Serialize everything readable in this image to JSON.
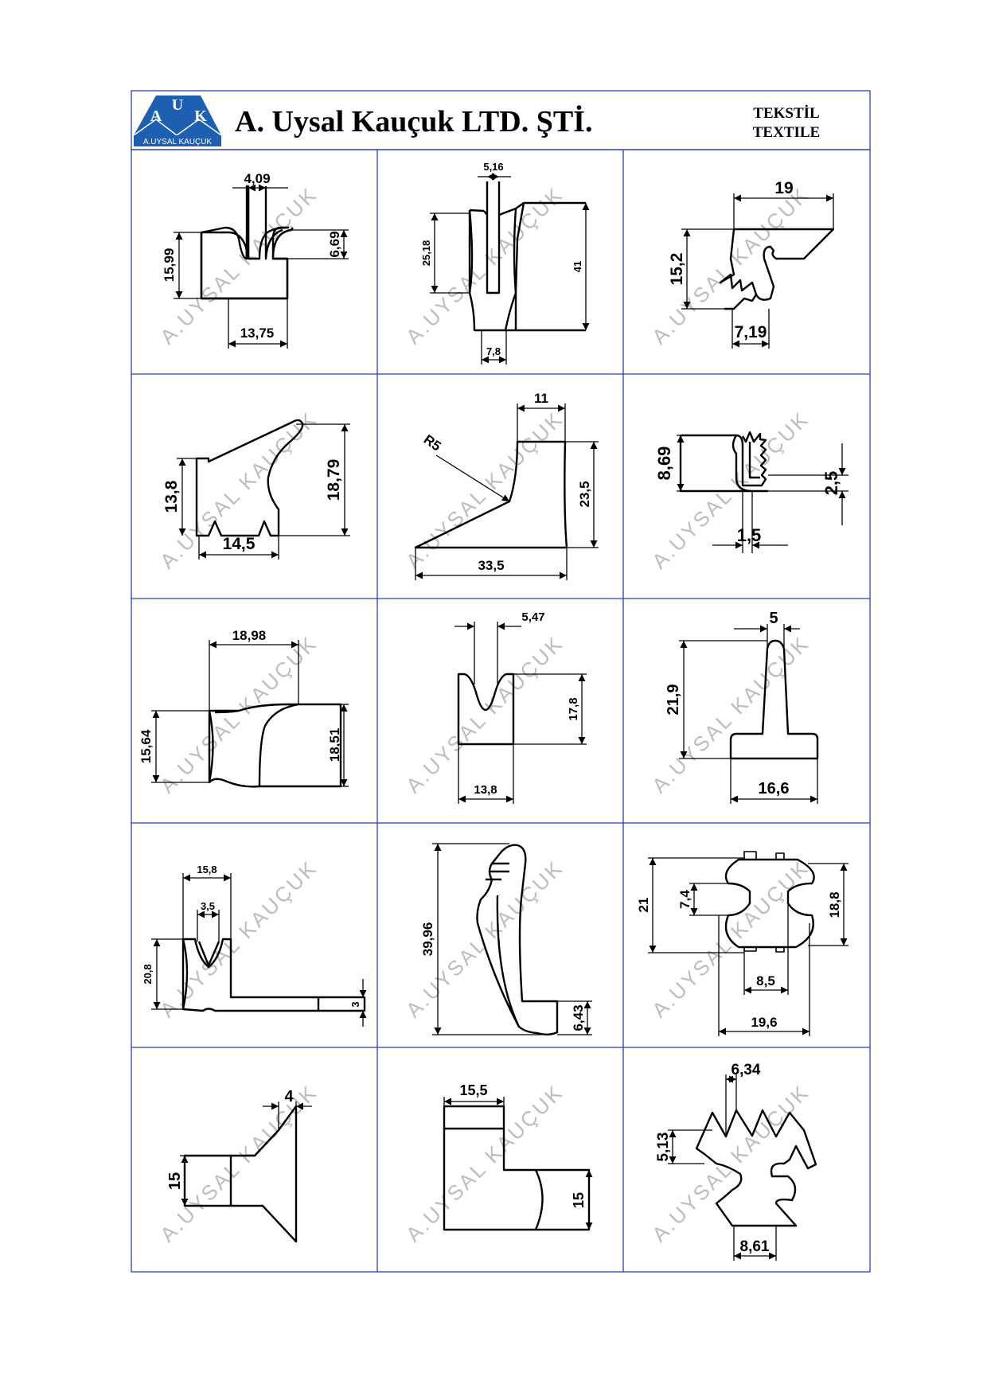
{
  "header": {
    "company_name": "A. Uysal Kauçuk LTD. ŞTİ.",
    "category_tr": "TEKSTİL",
    "category_en": "TEXTILE",
    "logo": {
      "letters": [
        "A",
        "U",
        "K"
      ],
      "subtitle": "A.UYSAL KAUÇUK",
      "color": "#1d5fb0"
    }
  },
  "watermark": "A.UYSAL KAUÇUK",
  "colors": {
    "grid": "#2a3fb8",
    "ink": "#000000",
    "watermark": "#bdbdbd"
  },
  "profiles": [
    {
      "id": "p1",
      "dims": [
        "4,09",
        "15,99",
        "6,69",
        "13,75"
      ]
    },
    {
      "id": "p2",
      "dims": [
        "5,16",
        "25,18",
        "41",
        "7,8"
      ]
    },
    {
      "id": "p3",
      "dims": [
        "19",
        "15,2",
        "7,19"
      ]
    },
    {
      "id": "p4",
      "dims": [
        "13,8",
        "18,79",
        "14,5"
      ]
    },
    {
      "id": "p5",
      "dims": [
        "11",
        "R5",
        "23,5",
        "33,5"
      ]
    },
    {
      "id": "p6",
      "dims": [
        "8,69",
        "2,5",
        "1,5"
      ]
    },
    {
      "id": "p7",
      "dims": [
        "18,98",
        "15,64",
        "18,51"
      ]
    },
    {
      "id": "p8",
      "dims": [
        "5,47",
        "17,8",
        "13,8"
      ]
    },
    {
      "id": "p9",
      "dims": [
        "5",
        "21,9",
        "16,6"
      ]
    },
    {
      "id": "p10",
      "dims": [
        "15,8",
        "3,5",
        "20,8",
        "3"
      ]
    },
    {
      "id": "p11",
      "dims": [
        "39,96",
        "6,43"
      ]
    },
    {
      "id": "p12",
      "dims": [
        "21",
        "7,4",
        "18,8",
        "8,5",
        "19,6"
      ]
    },
    {
      "id": "p13",
      "dims": [
        "4",
        "15"
      ]
    },
    {
      "id": "p14",
      "dims": [
        "15,5",
        "15"
      ]
    },
    {
      "id": "p15",
      "dims": [
        "6,34",
        "5,13",
        "8,61"
      ]
    }
  ]
}
